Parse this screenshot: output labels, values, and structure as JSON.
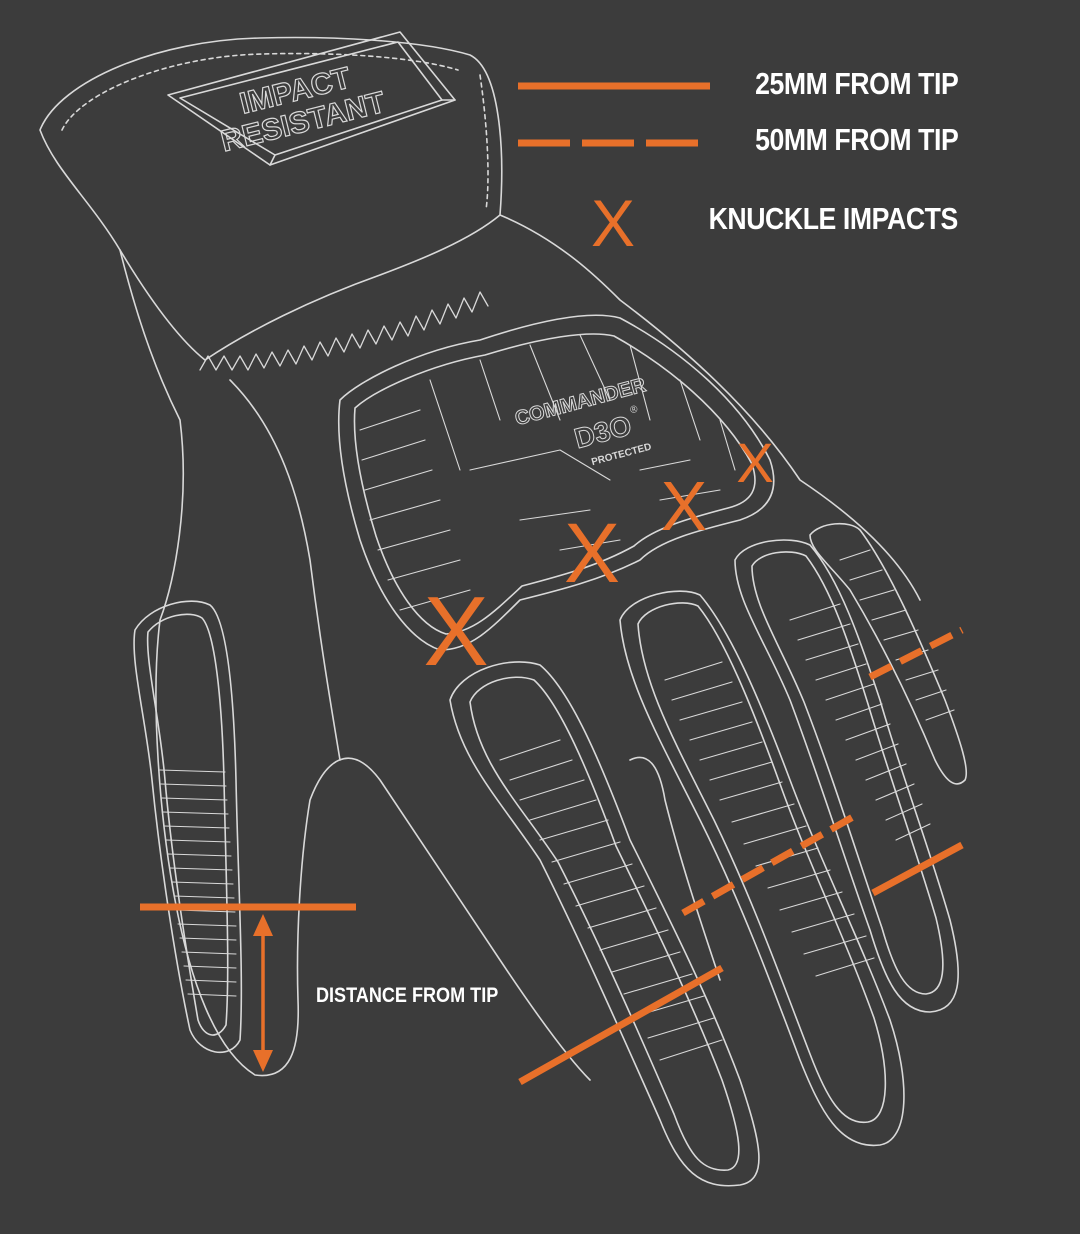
{
  "legend": {
    "solid_label": "25MM FROM TIP",
    "dashed_label": "50MM FROM TIP",
    "x_symbol": "X",
    "x_label": "KNUCKLE IMPACTS"
  },
  "annotation": {
    "distance_label": "DISTANCE FROM TIP"
  },
  "glove": {
    "patch_line1": "IMPACT",
    "patch_line2": "RESISTANT",
    "brand": "COMMANDER",
    "d3o_mark": "D3O",
    "d3o_reg": "®",
    "protected": "PROTECTED"
  },
  "knuckle_marks": [
    "X",
    "X",
    "X",
    "X"
  ],
  "colors": {
    "background": "#3c3c3c",
    "accent_orange": "#e8702a",
    "line_white": "#d9d9d9",
    "text_white": "#ffffff"
  }
}
